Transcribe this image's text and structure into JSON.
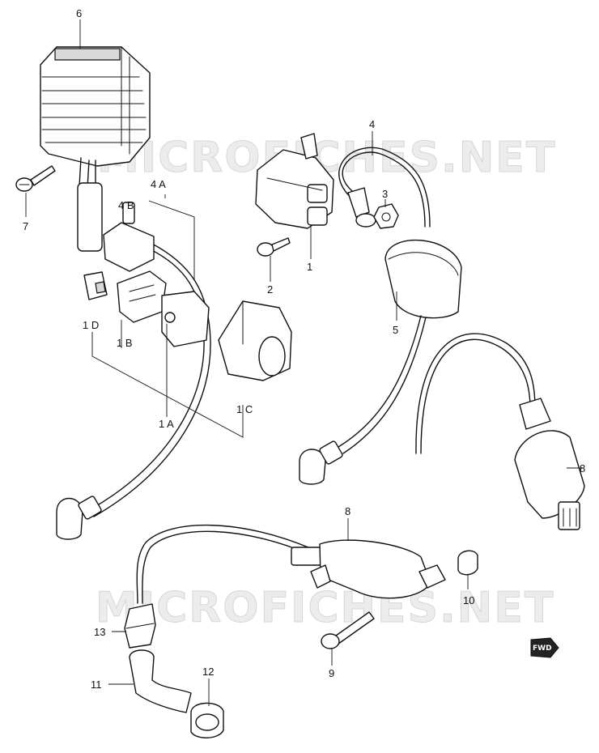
{
  "watermarks": [
    "MICROFICHES.NET",
    "MICROFICHES.NET"
  ],
  "labels": {
    "p6": "6",
    "p7": "7",
    "p4a": "4 A",
    "p4b": "4 B",
    "p4": "4",
    "p3": "3",
    "p1": "1",
    "p2": "2",
    "p5": "5",
    "p1d": "1 D",
    "p1b": "1 B",
    "p1a": "1 A",
    "p1c": "1 C",
    "p8a": "8",
    "p8b": "8",
    "p10": "10",
    "p9": "9",
    "p13": "13",
    "p12": "12",
    "p11": "11"
  },
  "fwd_badge": "FWD"
}
